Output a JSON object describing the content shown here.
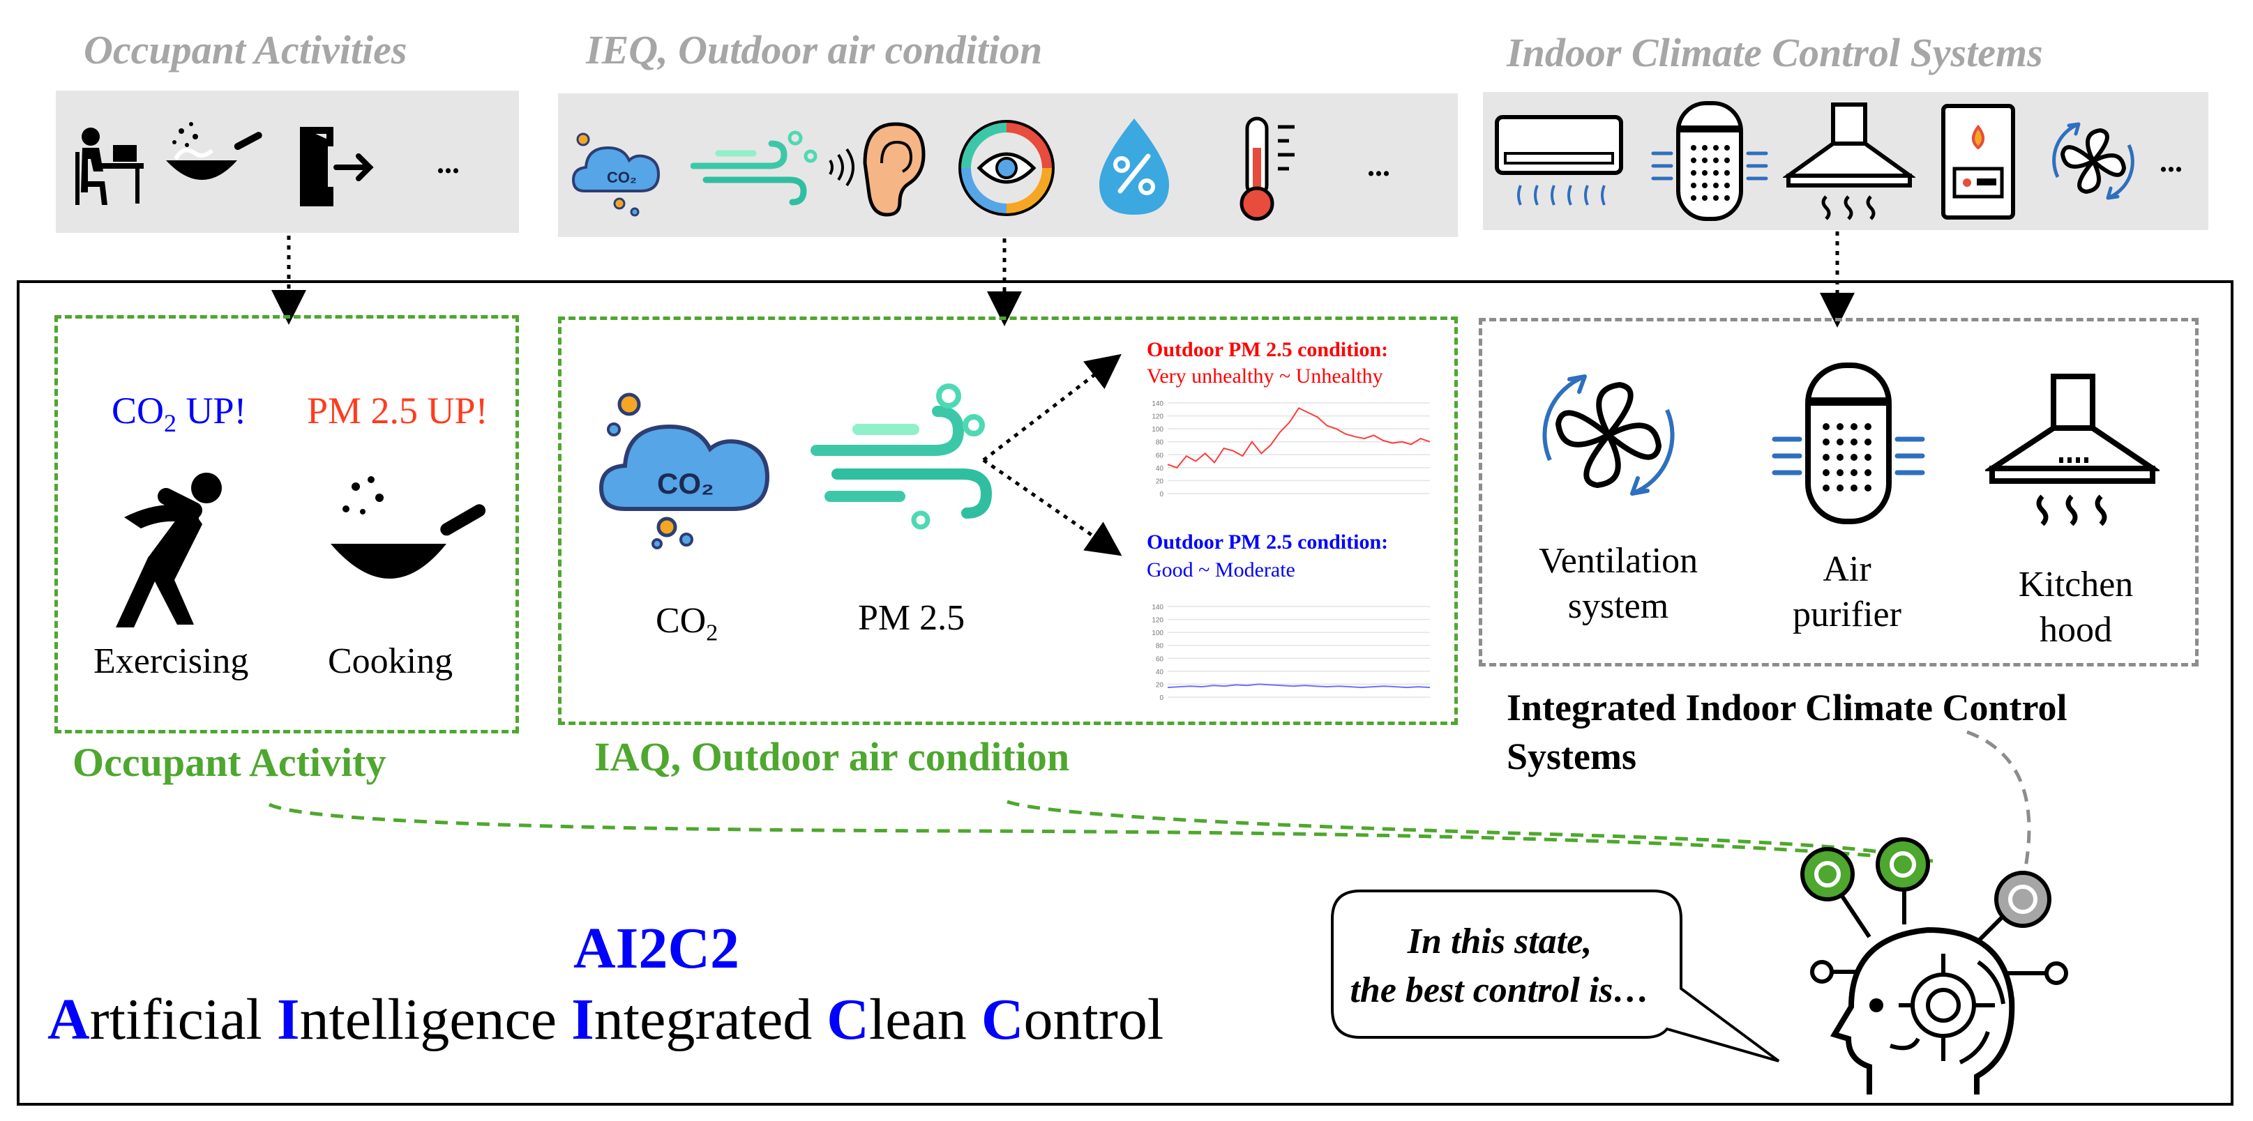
{
  "categories": {
    "occupant": "Occupant Activities",
    "ieq": "IEQ, Outdoor air condition",
    "systems": "Indoor Climate Control Systems"
  },
  "strip_ellipsis": "...",
  "occupant_box": {
    "co2_up_prefix": "CO",
    "co2_up_sub": "2",
    "co2_up_suffix": " UP!",
    "pm_up": "PM 2.5 UP!",
    "exercising": "Exercising",
    "cooking": "Cooking",
    "title": "Occupant Activity"
  },
  "iaq_box": {
    "co2_prefix": "CO",
    "co2_sub": "2",
    "pm25": "PM 2.5",
    "title": "IAQ, Outdoor air condition",
    "cond1_title": "Outdoor PM 2.5 condition:",
    "cond1_value": "Very unhealthy ~ Unhealthy",
    "cond2_title": "Outdoor PM 2.5 condition:",
    "cond2_value": "Good ~ Moderate"
  },
  "systems_box": {
    "ventilation_1": "Ventilation",
    "ventilation_2": "system",
    "purifier_1": "Air",
    "purifier_2": "purifier",
    "hood_1": "Kitchen",
    "hood_2": "hood",
    "title_1": "Integrated Indoor Climate Control",
    "title_2": "Systems"
  },
  "ai": {
    "title": "AI2C2",
    "sub": [
      {
        "cap": "A",
        "rest": "rtificial "
      },
      {
        "cap": "I",
        "rest": "ntelligence "
      },
      {
        "cap": "I",
        "rest": "ntegrated "
      },
      {
        "cap": "C",
        "rest": "lean "
      },
      {
        "cap": "C",
        "rest": "ontrol"
      }
    ],
    "bubble_1": "In this state,",
    "bubble_2": "the best control is…"
  },
  "colors": {
    "green": "#4ea72e",
    "blue": "#0000ff",
    "red": "#ff3b1f",
    "grey_strip": "#e7e6e6"
  },
  "chart_data": [
    {
      "type": "line",
      "series": [
        {
          "values": [
            45,
            40,
            58,
            50,
            62,
            48,
            70,
            66,
            58,
            80,
            62,
            75,
            95,
            110,
            132,
            125,
            118,
            105,
            100,
            92,
            88,
            85,
            90,
            82,
            78,
            80,
            76,
            85,
            80
          ]
        }
      ],
      "ylim": [
        0,
        140
      ],
      "y_ticks": [
        "140",
        "120",
        "100",
        "80",
        "60",
        "40",
        "20",
        "0"
      ]
    },
    {
      "type": "line",
      "series": [
        {
          "values": [
            15,
            16,
            17,
            16,
            18,
            17,
            19,
            18,
            20,
            19,
            18,
            17,
            18,
            17,
            16,
            17,
            16,
            15,
            16,
            17,
            16,
            15,
            16,
            15
          ]
        }
      ],
      "ylim": [
        0,
        140
      ],
      "y_ticks": [
        "140",
        "120",
        "100",
        "80",
        "60",
        "40",
        "20",
        "0"
      ]
    }
  ]
}
